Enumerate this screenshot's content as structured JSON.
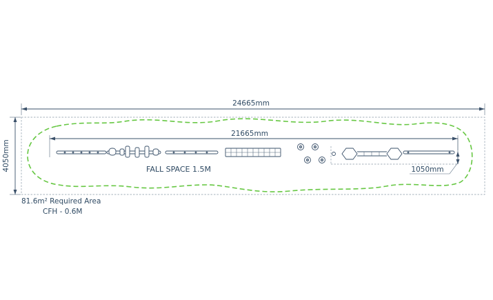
{
  "drawing": {
    "overall_length": "24665mm",
    "overall_width": "4050mm",
    "equipment_length": "21665mm",
    "end_offset": "1050mm",
    "fall_space_label": "FALL SPACE 1.5M",
    "area_label": "81.6m² Required Area",
    "cfh_label": "CFH - 0.6M"
  },
  "colors": {
    "dimension_ink": "#2f4a63",
    "fall_zone": "#66c742",
    "background": "#ffffff"
  }
}
